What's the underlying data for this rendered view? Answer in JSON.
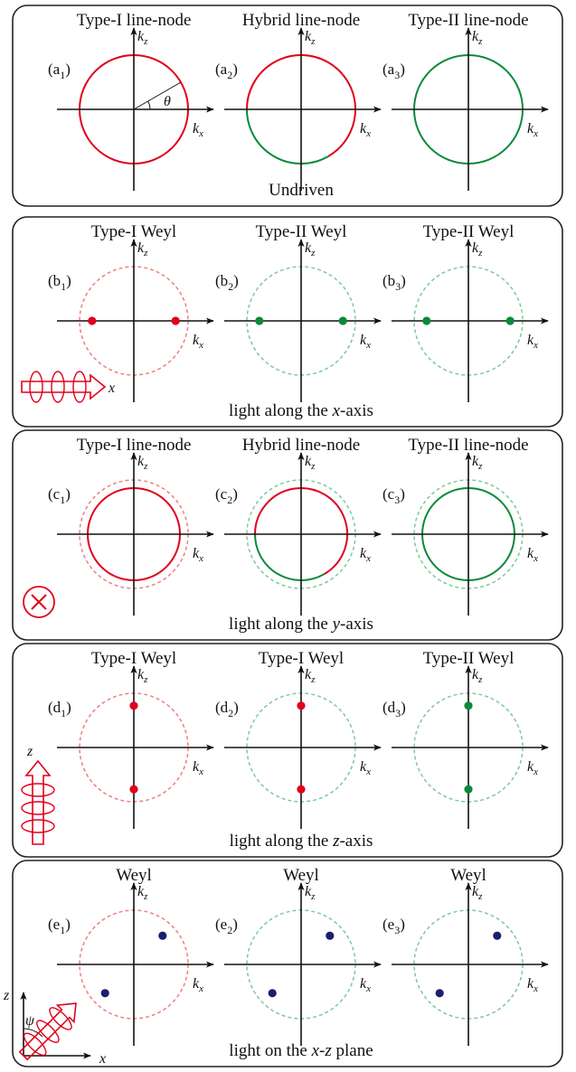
{
  "colors": {
    "red": "#e0001b",
    "green": "#0a8a3a",
    "pale_red": "#ef8080",
    "pale_green": "#7fc99a",
    "navy": "#1a1f6e",
    "axis": "#111111",
    "frame": "#222222"
  },
  "rows": [
    {
      "id": "a",
      "caption_parts": [
        "Undriven"
      ],
      "icon": "none",
      "subplots": [
        {
          "title": "Type-I line-node",
          "label_letter": "a",
          "label_index": "1",
          "outer_ring": "none",
          "inner_ring": "full-red",
          "dots": [],
          "show_theta": true
        },
        {
          "title": "Hybrid line-node",
          "label_letter": "a",
          "label_index": "2",
          "outer_ring": "none",
          "inner_ring": "hybrid",
          "dots": [],
          "show_theta": false
        },
        {
          "title": "Type-II line-node",
          "label_letter": "a",
          "label_index": "3",
          "outer_ring": "none",
          "inner_ring": "full-green",
          "dots": [],
          "show_theta": false
        }
      ]
    },
    {
      "id": "b",
      "caption_parts": [
        "light along the ",
        "x",
        "-axis"
      ],
      "icon": "helix-x",
      "icon_label": "x",
      "subplots": [
        {
          "title": "Type-I Weyl",
          "label_letter": "b",
          "label_index": "1",
          "outer_ring": "dashed-red",
          "inner_ring": "none",
          "dots": [
            {
              "kx": -0.77,
              "kz": 0,
              "color": "red"
            },
            {
              "kx": 0.77,
              "kz": 0,
              "color": "red"
            }
          ]
        },
        {
          "title": "Type-II Weyl",
          "label_letter": "b",
          "label_index": "2",
          "outer_ring": "dashed-green",
          "inner_ring": "none",
          "dots": [
            {
              "kx": -0.77,
              "kz": 0,
              "color": "green"
            },
            {
              "kx": 0.77,
              "kz": 0,
              "color": "green"
            }
          ]
        },
        {
          "title": "Type-II Weyl",
          "label_letter": "b",
          "label_index": "3",
          "outer_ring": "dashed-green",
          "inner_ring": "none",
          "dots": [
            {
              "kx": -0.77,
              "kz": 0,
              "color": "green"
            },
            {
              "kx": 0.77,
              "kz": 0,
              "color": "green"
            }
          ]
        }
      ]
    },
    {
      "id": "c",
      "caption_parts": [
        "light along the ",
        "y",
        "-axis"
      ],
      "icon": "circle-cross",
      "subplots": [
        {
          "title": "Type-I line-node",
          "label_letter": "c",
          "label_index": "1",
          "outer_ring": "dashed-red",
          "inner_ring": "shrunk-red",
          "dots": []
        },
        {
          "title": "Hybrid line-node",
          "label_letter": "c",
          "label_index": "2",
          "outer_ring": "dashed-green",
          "inner_ring": "shrunk-hybrid",
          "dots": []
        },
        {
          "title": "Type-II line-node",
          "label_letter": "c",
          "label_index": "3",
          "outer_ring": "dashed-green",
          "inner_ring": "shrunk-green",
          "dots": []
        }
      ]
    },
    {
      "id": "d",
      "caption_parts": [
        "light along the ",
        "z",
        "-axis"
      ],
      "icon": "helix-z",
      "icon_label": "z",
      "subplots": [
        {
          "title": "Type-I Weyl",
          "label_letter": "d",
          "label_index": "1",
          "outer_ring": "dashed-red",
          "inner_ring": "none",
          "dots": [
            {
              "kx": 0,
              "kz": 0.77,
              "color": "red"
            },
            {
              "kx": 0,
              "kz": -0.77,
              "color": "red"
            }
          ]
        },
        {
          "title": "Type-I Weyl",
          "label_letter": "d",
          "label_index": "2",
          "outer_ring": "dashed-green",
          "inner_ring": "none",
          "dots": [
            {
              "kx": 0,
              "kz": 0.77,
              "color": "red"
            },
            {
              "kx": 0,
              "kz": -0.77,
              "color": "red"
            }
          ]
        },
        {
          "title": "Type-II Weyl",
          "label_letter": "d",
          "label_index": "3",
          "outer_ring": "dashed-green",
          "inner_ring": "none",
          "dots": [
            {
              "kx": 0,
              "kz": 0.77,
              "color": "green"
            },
            {
              "kx": 0,
              "kz": -0.77,
              "color": "green"
            }
          ]
        }
      ]
    },
    {
      "id": "e",
      "caption_parts": [
        "light on the ",
        "x",
        "-",
        "z",
        " plane"
      ],
      "icon": "helix-diagonal",
      "icon_label": "x",
      "icon_label_z": "z",
      "icon_angle": "ψ",
      "subplots": [
        {
          "title": "Weyl",
          "label_letter": "e",
          "label_index": "1",
          "outer_ring": "dashed-red",
          "inner_ring": "none",
          "dots": [
            {
              "kx": 0.53,
              "kz": 0.53,
              "color": "navy"
            },
            {
              "kx": -0.53,
              "kz": -0.53,
              "color": "navy"
            }
          ]
        },
        {
          "title": "Weyl",
          "label_letter": "e",
          "label_index": "2",
          "outer_ring": "dashed-green",
          "inner_ring": "none",
          "dots": [
            {
              "kx": 0.53,
              "kz": 0.53,
              "color": "navy"
            },
            {
              "kx": -0.53,
              "kz": -0.53,
              "color": "navy"
            }
          ]
        },
        {
          "title": "Weyl",
          "label_letter": "e",
          "label_index": "3",
          "outer_ring": "dashed-green",
          "inner_ring": "none",
          "dots": [
            {
              "kx": 0.53,
              "kz": 0.53,
              "color": "navy"
            },
            {
              "kx": -0.53,
              "kz": -0.53,
              "color": "navy"
            }
          ]
        }
      ]
    }
  ],
  "axes": {
    "kx_letter": "k",
    "kx_sub": "x",
    "kz_letter": "k",
    "kz_sub": "z",
    "theta": "θ"
  }
}
